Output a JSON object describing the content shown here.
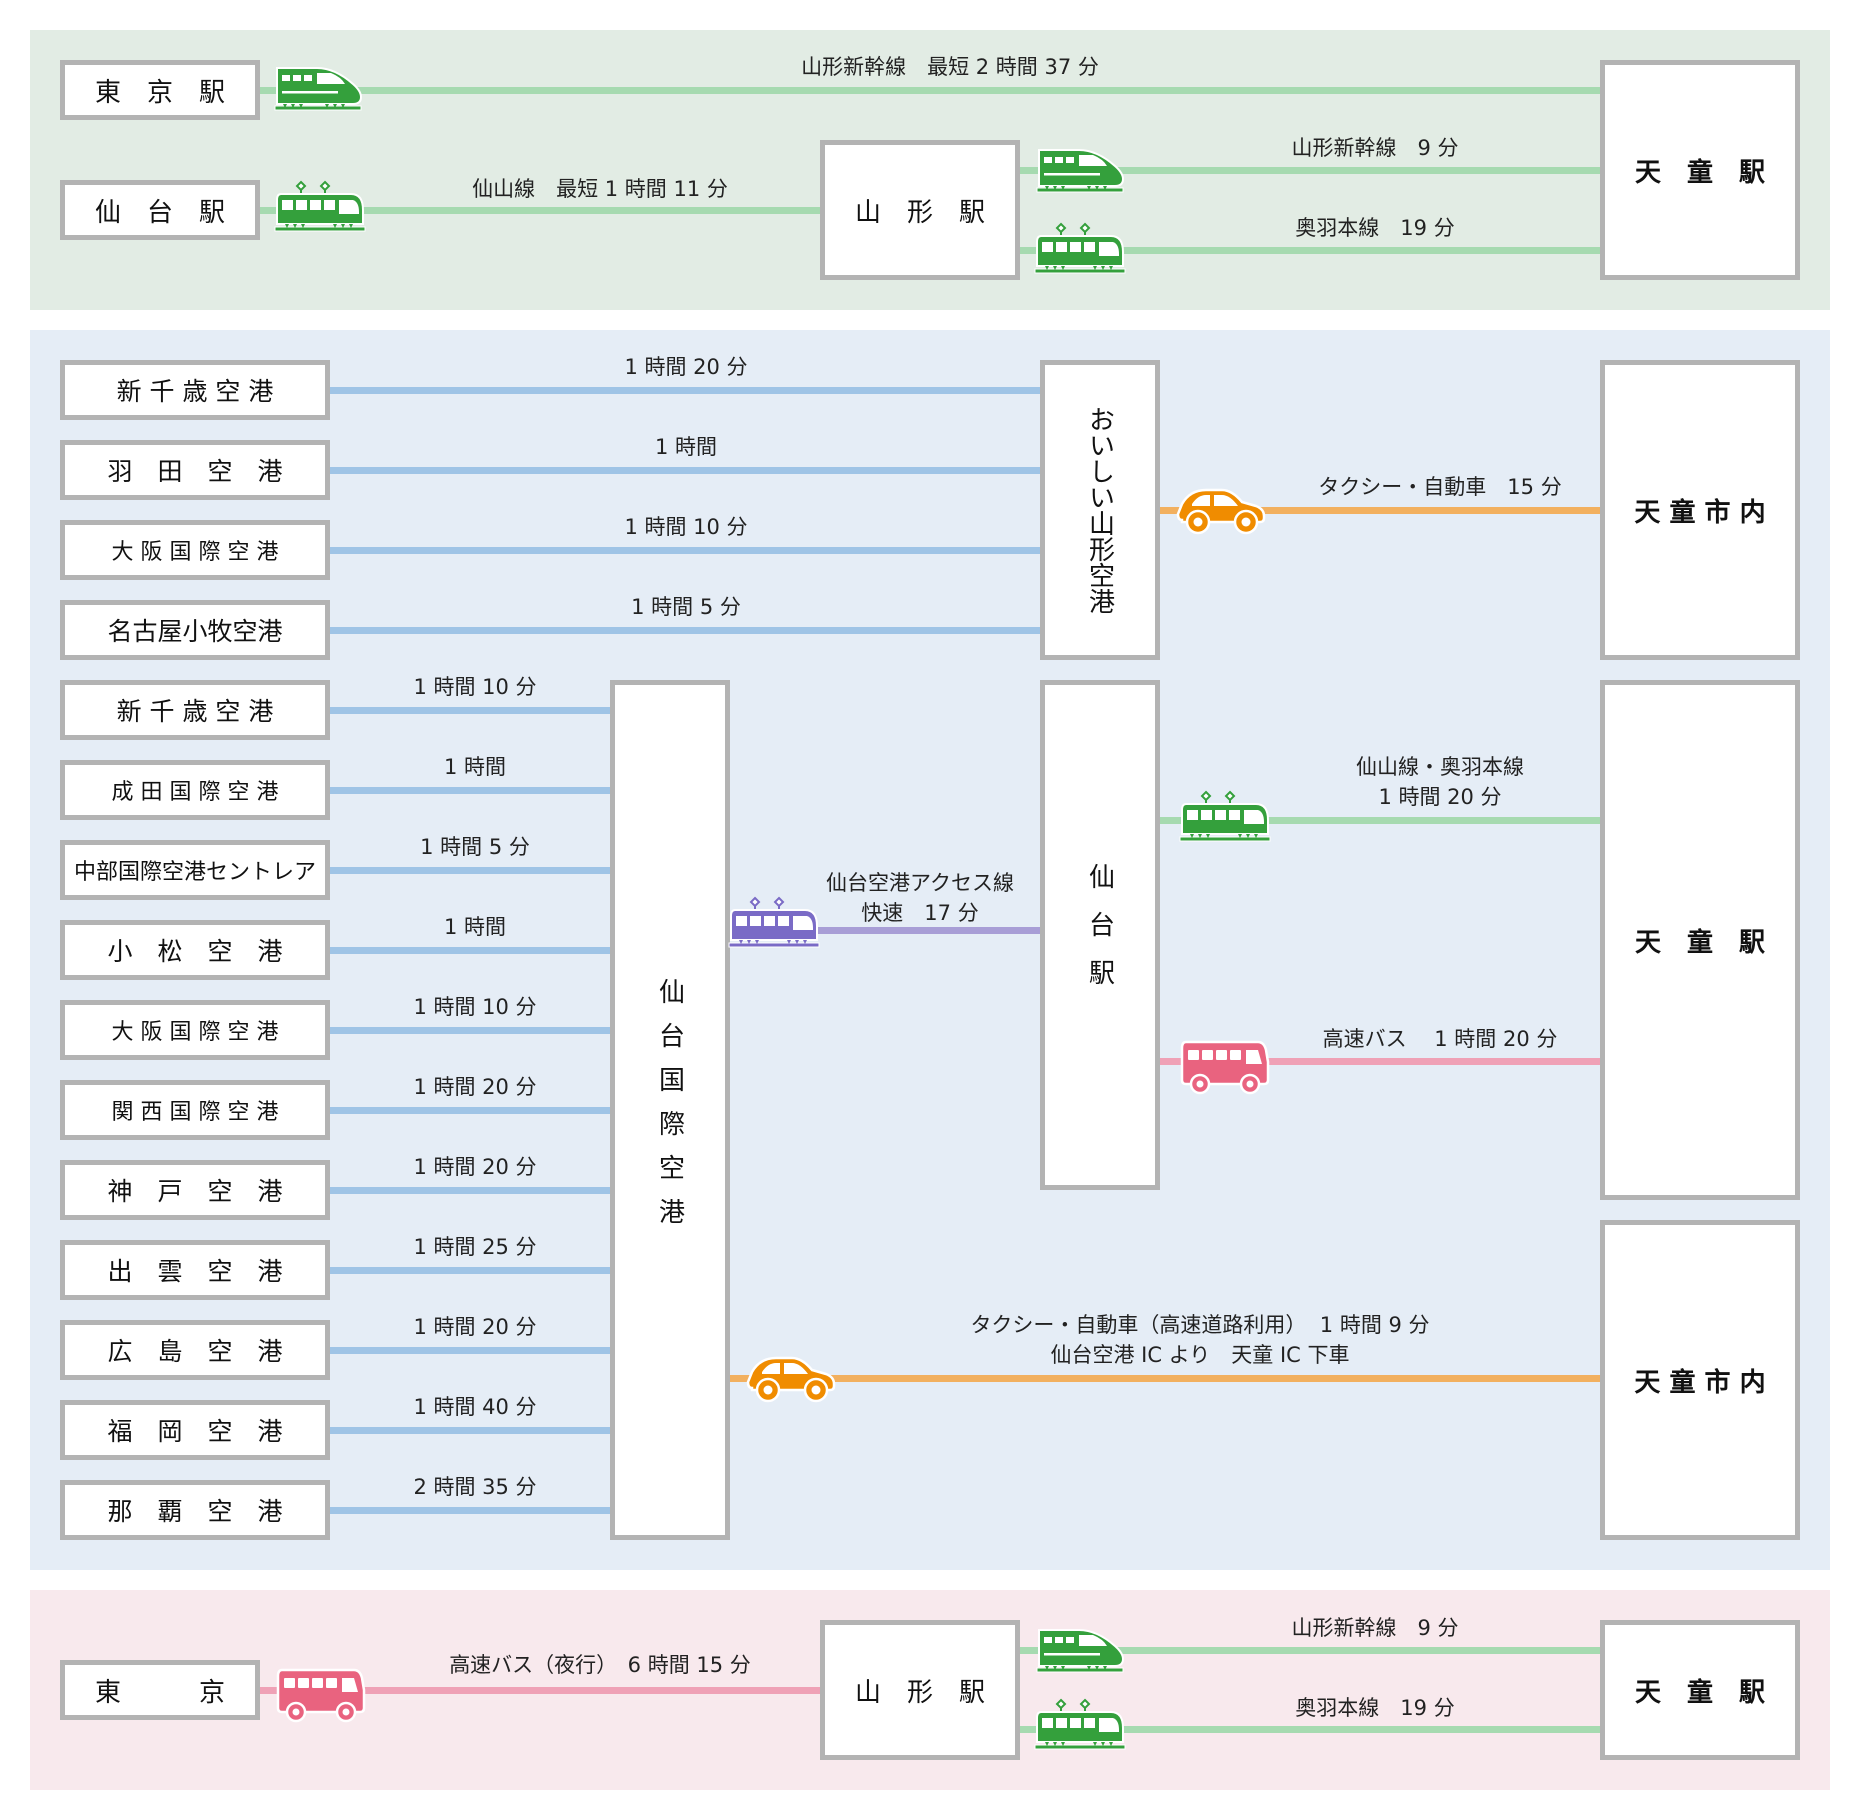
{
  "colors": {
    "jr_green": "#34a03c",
    "tram_purple": "#7a6bc6",
    "car_orange": "#f08c00",
    "bus_pink": "#e9637f",
    "box_border": "#b3b3b3"
  },
  "rail_section": {
    "origins": [
      {
        "label": "東　京　駅"
      },
      {
        "label": "仙　台　駅"
      }
    ],
    "hub": {
      "label": "山　形　駅"
    },
    "destination": {
      "label": "天　童　駅"
    },
    "routes": [
      {
        "from": "東京駅",
        "icon": "shinkansen-icon",
        "caption": "山形新幹線　最短 2 時間 37 分"
      },
      {
        "from": "仙台駅",
        "icon": "train-icon",
        "caption": "仙山線　最短 1 時間 11 分"
      },
      {
        "from": "山形駅",
        "icon": "shinkansen-icon",
        "caption": "山形新幹線　9 分"
      },
      {
        "from": "山形駅",
        "icon": "train-icon",
        "caption": "奥羽本線　19 分"
      }
    ]
  },
  "air_section": {
    "yamagata_airport": {
      "label": "おいしい山形空港",
      "origins": [
        {
          "label": "新 千 歳 空 港",
          "time": "1 時間 20 分"
        },
        {
          "label": "羽　田　空　港",
          "time": "1 時間"
        },
        {
          "label": "大 阪 国 際 空 港",
          "time": "1 時間 10 分"
        },
        {
          "label": "名古屋小牧空港",
          "time": "1 時間 5 分"
        }
      ],
      "onward": {
        "icon": "car-icon",
        "caption": "タクシー・自動車　15 分",
        "destination": "天 童 市 内"
      }
    },
    "sendai_airport": {
      "label": "仙台国際空港",
      "origins": [
        {
          "label": "新 千 歳 空 港",
          "time": "1 時間 10 分"
        },
        {
          "label": "成 田 国 際 空 港",
          "time": "1 時間"
        },
        {
          "label": "中部国際空港セントレア",
          "time": "1 時間 5 分"
        },
        {
          "label": "小　松　空　港",
          "time": "1 時間"
        },
        {
          "label": "大 阪 国 際 空 港",
          "time": "1 時間 10 分"
        },
        {
          "label": "関 西 国 際 空 港",
          "time": "1 時間 20 分"
        },
        {
          "label": "神　戸　空　港",
          "time": "1 時間 20 分"
        },
        {
          "label": "出　雲　空　港",
          "time": "1 時間 25 分"
        },
        {
          "label": "広　島　空　港",
          "time": "1 時間 20 分"
        },
        {
          "label": "福　岡　空　港",
          "time": "1 時間 40 分"
        },
        {
          "label": "那　覇　空　港",
          "time": "2 時間 35 分"
        }
      ],
      "access_line": {
        "icon": "train-icon",
        "caption": "仙台空港アクセス線\n快速　17 分"
      },
      "sendai_station": {
        "label": "仙台駅"
      },
      "from_station": [
        {
          "icon": "train-icon",
          "caption": "仙山線・奥羽本線\n1 時間 20 分"
        },
        {
          "icon": "bus-icon",
          "caption": "高速バス　 1 時間 20 分"
        }
      ],
      "station_destination": "天　童　駅",
      "car_route": {
        "icon": "car-icon",
        "caption": "タクシー・自動車（高速道路利用）  1 時間 9 分\n仙台空港 IC より　天童 IC 下車",
        "destination": "天 童 市 内"
      }
    }
  },
  "bus_section": {
    "origin": {
      "label": "東　　　京"
    },
    "route": {
      "icon": "bus-icon",
      "caption": "高速バス（夜行）　6 時間 15 分"
    },
    "hub": {
      "label": "山　形　駅"
    },
    "onward": [
      {
        "icon": "shinkansen-icon",
        "caption": "山形新幹線　9 分"
      },
      {
        "icon": "train-icon",
        "caption": "奥羽本線　19 分"
      }
    ],
    "destination": {
      "label": "天　童　駅"
    }
  }
}
